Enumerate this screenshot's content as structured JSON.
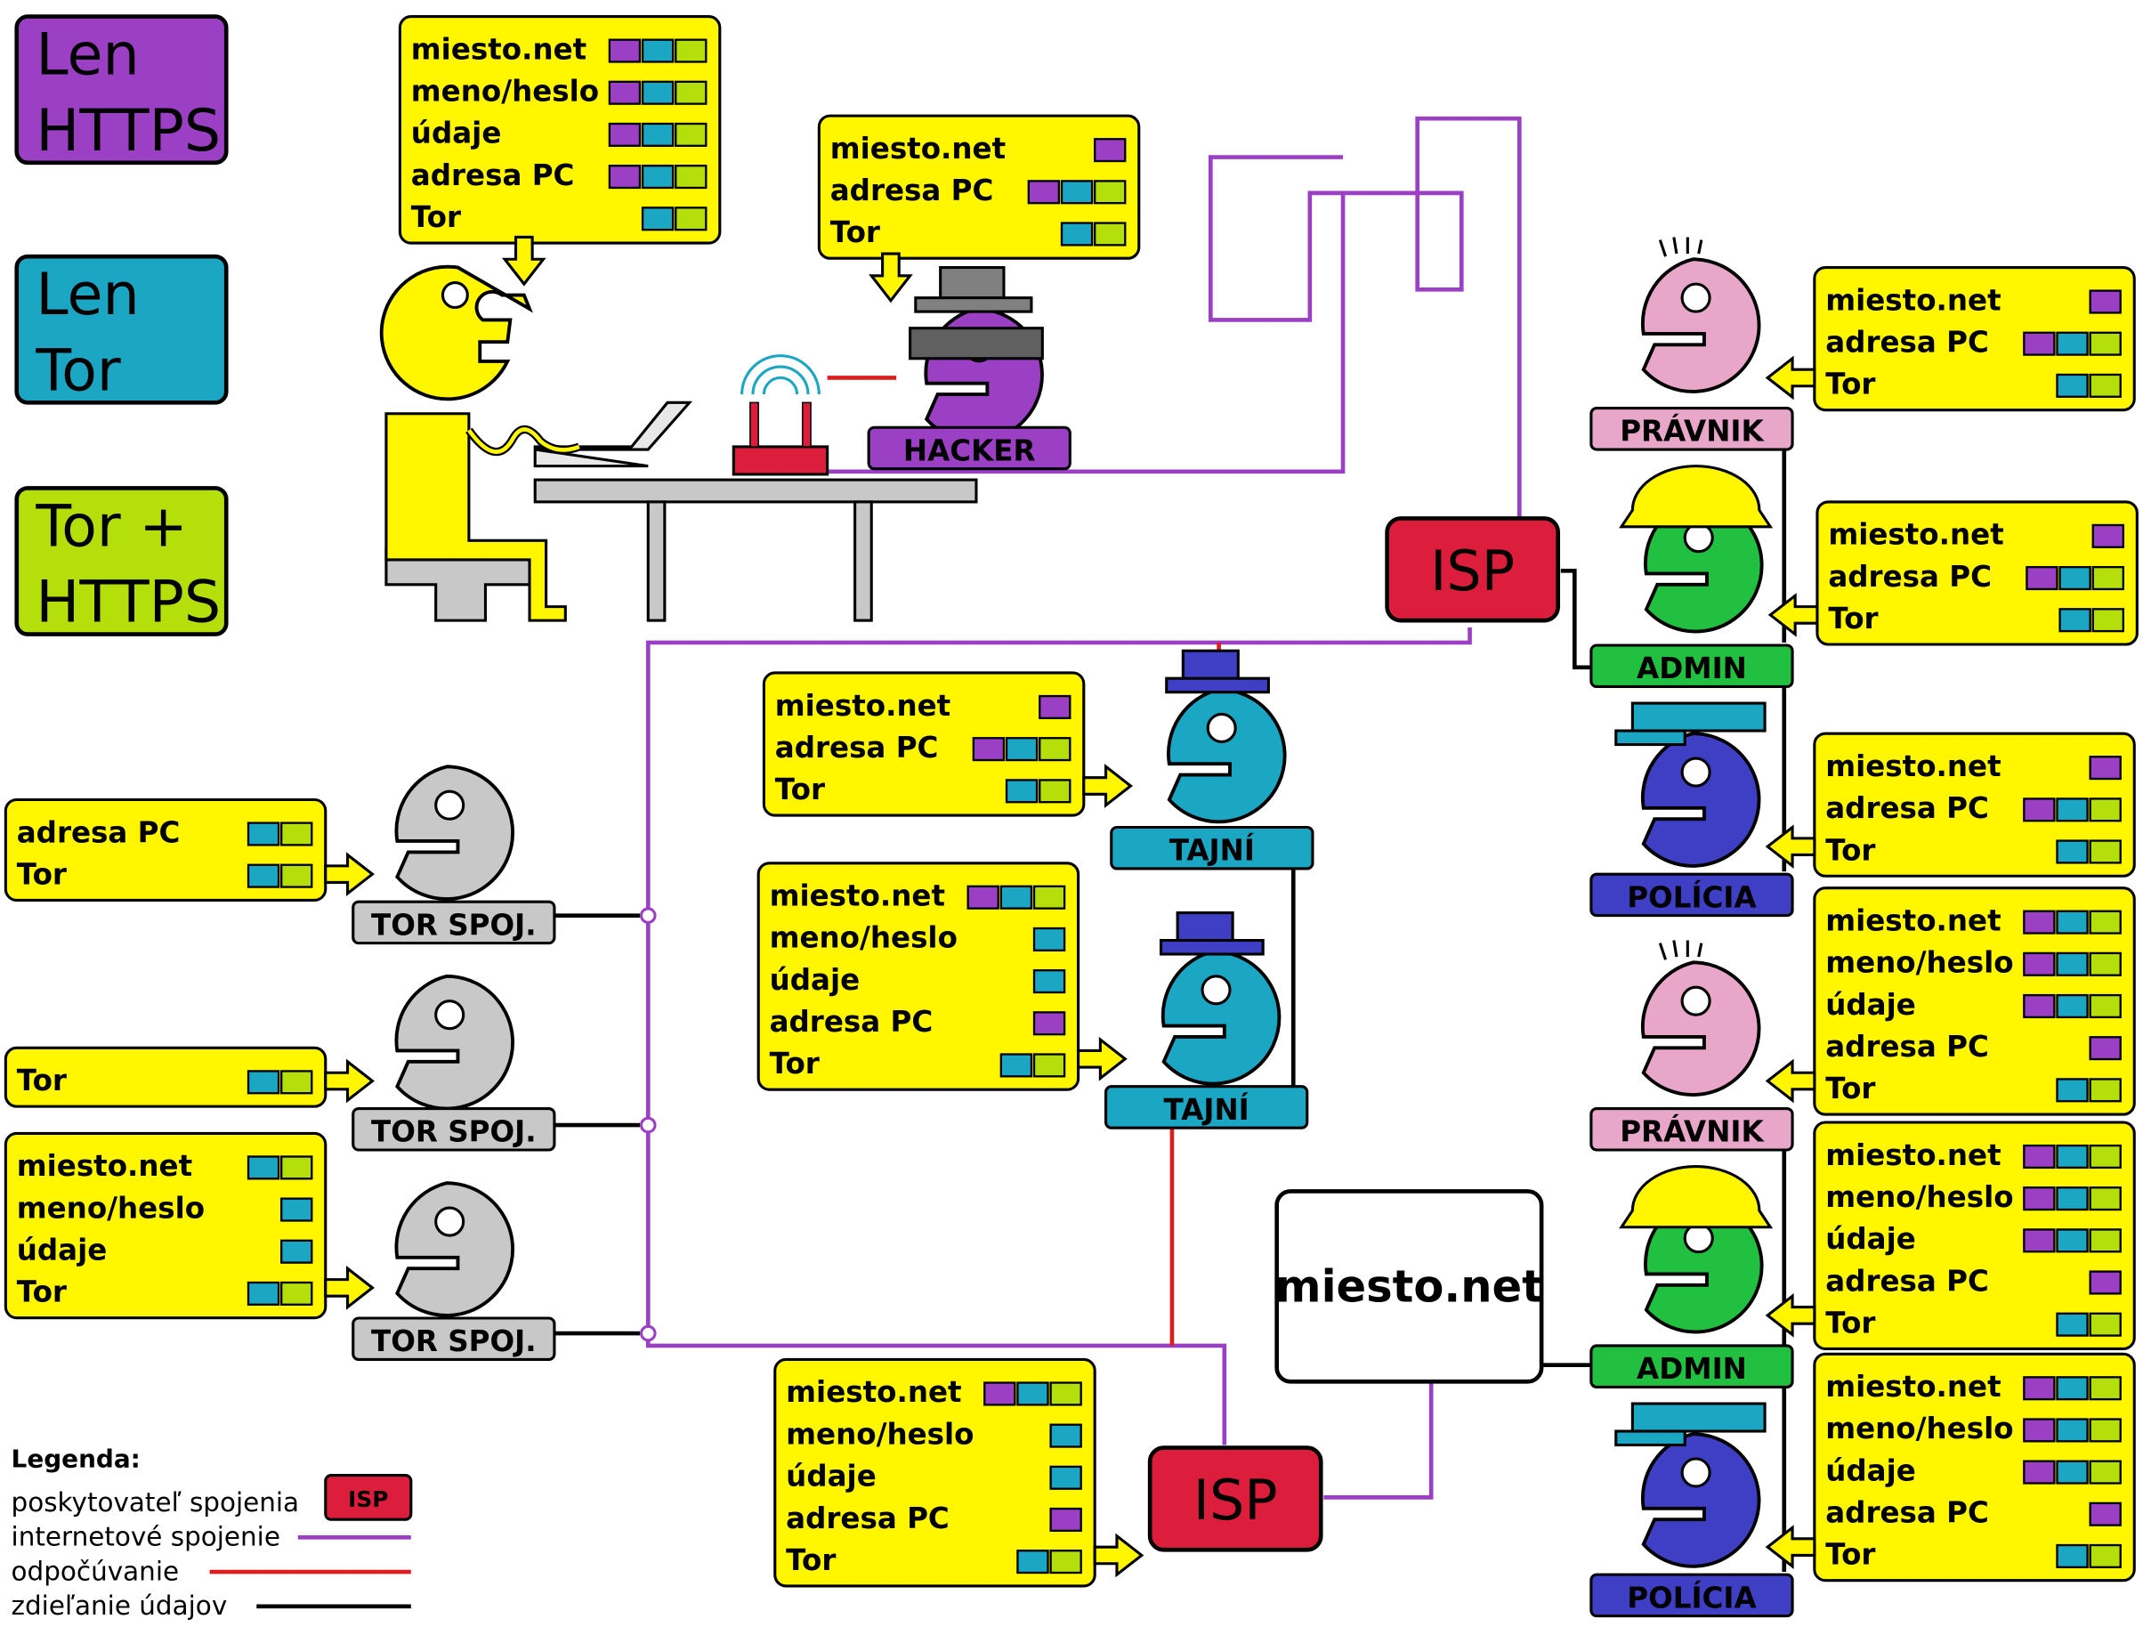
{
  "legend_boxes": [
    {
      "label": "Len\nHTTPS",
      "color": "#9b3fc5"
    },
    {
      "label": "Len\nTor",
      "color": "#1ba6c4"
    },
    {
      "label": "Tor +\nHTTPS",
      "color": "#b5df0a"
    }
  ],
  "colors": {
    "https": "#9b3fc5",
    "tor": "#1ba6c4",
    "both": "#b5df0a",
    "bubble": "#fff600",
    "isp": "#dc1e3c",
    "internet": "#9b3fc5",
    "eavesdrop": "#dc1e1e",
    "share": "#000000"
  },
  "labels": {
    "wifi": "WIFI",
    "hacker": "HACKER",
    "isp": "ISP",
    "pravnik": "PRÁVNIK",
    "admin": "ADMIN",
    "policia": "POLÍCIA",
    "tajni": "TAJNÍ",
    "tor_relay": "TOR SPOJ.",
    "site": "miesto.net"
  },
  "legend": {
    "title": "Legenda:",
    "items": [
      {
        "label": "poskytovateľ spojenia",
        "key": "ISP",
        "kind": "isp"
      },
      {
        "label": "internetové spojenie",
        "kind": "internet"
      },
      {
        "label": "odpočúvanie",
        "kind": "eavesdrop"
      },
      {
        "label": "zdieľanie údajov",
        "kind": "share"
      }
    ]
  },
  "bubbles": {
    "user": [
      {
        "t": "miesto.net",
        "i": [
          "https",
          "tor",
          "both"
        ]
      },
      {
        "t": "meno/heslo",
        "i": [
          "https",
          "tor",
          "both"
        ]
      },
      {
        "t": "údaje",
        "i": [
          "https",
          "tor",
          "both"
        ]
      },
      {
        "t": "adresa PC",
        "i": [
          "https",
          "tor",
          "both"
        ]
      },
      {
        "t": "Tor",
        "i": [
          "tor",
          "both"
        ]
      }
    ],
    "hacker": [
      {
        "t": "miesto.net",
        "i": [
          "https"
        ]
      },
      {
        "t": "adresa PC",
        "i": [
          "https",
          "tor",
          "both"
        ]
      },
      {
        "t": "Tor",
        "i": [
          "tor",
          "both"
        ]
      }
    ],
    "observer": [
      {
        "t": "miesto.net",
        "i": [
          "https"
        ]
      },
      {
        "t": "adresa PC",
        "i": [
          "https",
          "tor",
          "both"
        ]
      },
      {
        "t": "Tor",
        "i": [
          "tor",
          "both"
        ]
      }
    ],
    "site_obs": [
      {
        "t": "miesto.net",
        "i": [
          "https",
          "tor",
          "both"
        ]
      },
      {
        "t": "meno/heslo",
        "i": [
          "https",
          "tor",
          "both"
        ]
      },
      {
        "t": "údaje",
        "i": [
          "https",
          "tor",
          "both"
        ]
      },
      {
        "t": "adresa PC",
        "i": [
          "https"
        ]
      },
      {
        "t": "Tor",
        "i": [
          "tor",
          "both"
        ]
      }
    ],
    "relay1": [
      {
        "t": "adresa PC",
        "i": [
          "tor",
          "both"
        ]
      },
      {
        "t": "Tor",
        "i": [
          "tor",
          "both"
        ]
      }
    ],
    "relay2": [
      {
        "t": "Tor",
        "i": [
          "tor",
          "both"
        ]
      }
    ],
    "relay3": [
      {
        "t": "miesto.net",
        "i": [
          "tor",
          "both"
        ]
      },
      {
        "t": "meno/heslo",
        "i": [
          "tor"
        ]
      },
      {
        "t": "údaje",
        "i": [
          "tor"
        ]
      },
      {
        "t": "Tor",
        "i": [
          "tor",
          "both"
        ]
      }
    ],
    "mid": [
      {
        "t": "miesto.net",
        "i": [
          "https",
          "tor",
          "both"
        ]
      },
      {
        "t": "meno/heslo",
        "i": [
          "tor"
        ]
      },
      {
        "t": "údaje",
        "i": [
          "tor"
        ]
      },
      {
        "t": "adresa PC",
        "i": [
          "https"
        ]
      },
      {
        "t": "Tor",
        "i": [
          "tor",
          "both"
        ]
      }
    ]
  }
}
